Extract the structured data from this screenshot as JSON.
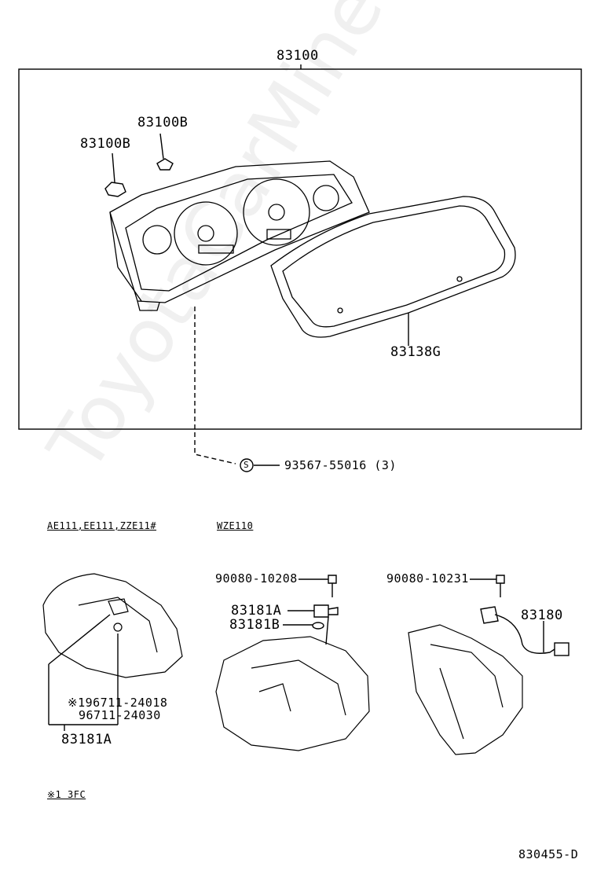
{
  "watermark": "ToyotaCarMine.ru",
  "labels": {
    "assembly": "83100",
    "bracket_a": "83100B",
    "bracket_b": "83100B",
    "glass": "83138G",
    "screw": "93567-55016 (3)",
    "screw_symbol": "S",
    "variant_a": "AE111,EE111,ZZE11#",
    "variant_b": "WZE110",
    "bolt_1": "90080-10208",
    "bolt_2": "90080-10231",
    "sensor_a1": "83181A",
    "sensor_b1": "83181B",
    "sensor_main": "83180",
    "oring_1": "※196711-24018",
    "oring_2": "96711-24030",
    "sensor_a2": "83181A",
    "footnote": "※1 3FC",
    "diagram_id": "830455-D"
  }
}
